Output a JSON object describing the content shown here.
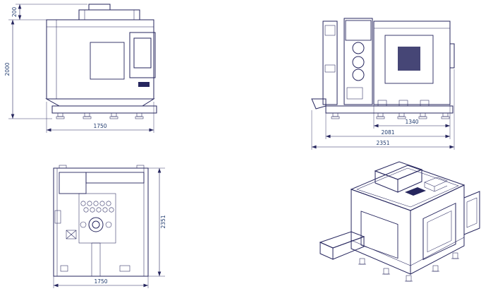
{
  "colors": {
    "line": "#26265e",
    "dim_text": "#1f3a6e",
    "background": "#ffffff"
  },
  "views": {
    "front": {
      "dims": {
        "top_height": "200",
        "overall_height": "2000",
        "overall_width": "1750"
      }
    },
    "side": {
      "dims": {
        "body_width": "1340",
        "base_width": "2081",
        "overall_width": "2351"
      }
    },
    "top": {
      "dims": {
        "overall_depth": "2351",
        "overall_width": "1750"
      }
    }
  }
}
